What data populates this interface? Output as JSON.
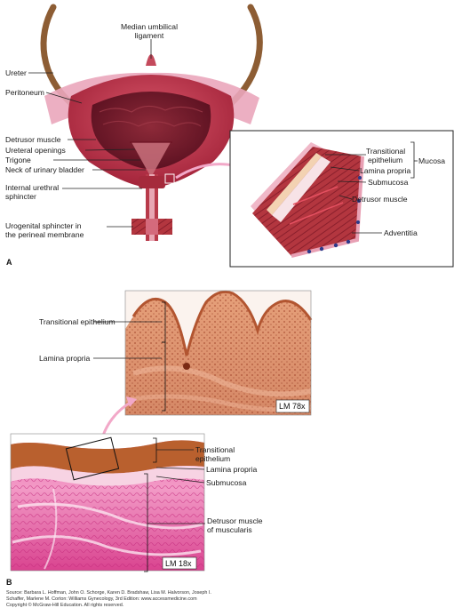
{
  "panel_a": {
    "letter": "A",
    "labels": {
      "median_umbilical_1": "Median umbilical",
      "median_umbilical_2": "ligament",
      "ureter": "Ureter",
      "peritoneum": "Peritoneum",
      "detrusor_muscle": "Detrusor muscle",
      "ureteral_openings": "Ureteral openings",
      "trigone": "Trigone",
      "neck": "Neck of urinary bladder",
      "internal_sphincter_1": "Internal urethral",
      "internal_sphincter_2": "sphincter",
      "urogenital_1": "Urogenital sphincter in",
      "urogenital_2": "the perineal membrane"
    },
    "inset": {
      "transitional_1": "Transitional",
      "transitional_2": "epithelium",
      "lamina_propria": "Lamina propria",
      "submucosa": "Submucosa",
      "detrusor": "Detrusor muscle",
      "adventitia": "Adventitia",
      "mucosa": "Mucosa"
    }
  },
  "panel_b": {
    "letter": "B",
    "top_labels": {
      "transitional": "Transitional epithelium",
      "lamina_propria": "Lamina propria",
      "magnification": "LM 78x"
    },
    "bottom_labels": {
      "transitional_1": "Transitional",
      "transitional_2": "epithelium",
      "lamina_propria": "Lamina propria",
      "submucosa": "Submucosa",
      "detrusor_1": "Detrusor muscle",
      "detrusor_2": "of muscularis",
      "magnification": "LM 18x"
    }
  },
  "source": {
    "line1": "Source: Barbara L. Hoffman, John O. Schorge, Karen D. Bradshaw, Lisa M. Halvorson, Joseph I.",
    "line2": "Schaffer, Marlene M. Corton: Williams Gynecology, 3rd Edition: www.accessmedicine.com",
    "line3": "Copyright © McGraw-Hill Education. All rights reserved."
  },
  "colors": {
    "muscle": "#b83a4a",
    "lumen": "#7a1a28",
    "peritoneum": "#e9a7b9",
    "ureter": "#9a6a3c",
    "epithelium_stain": "#c9703f",
    "he_pink": "#e04e9a"
  }
}
